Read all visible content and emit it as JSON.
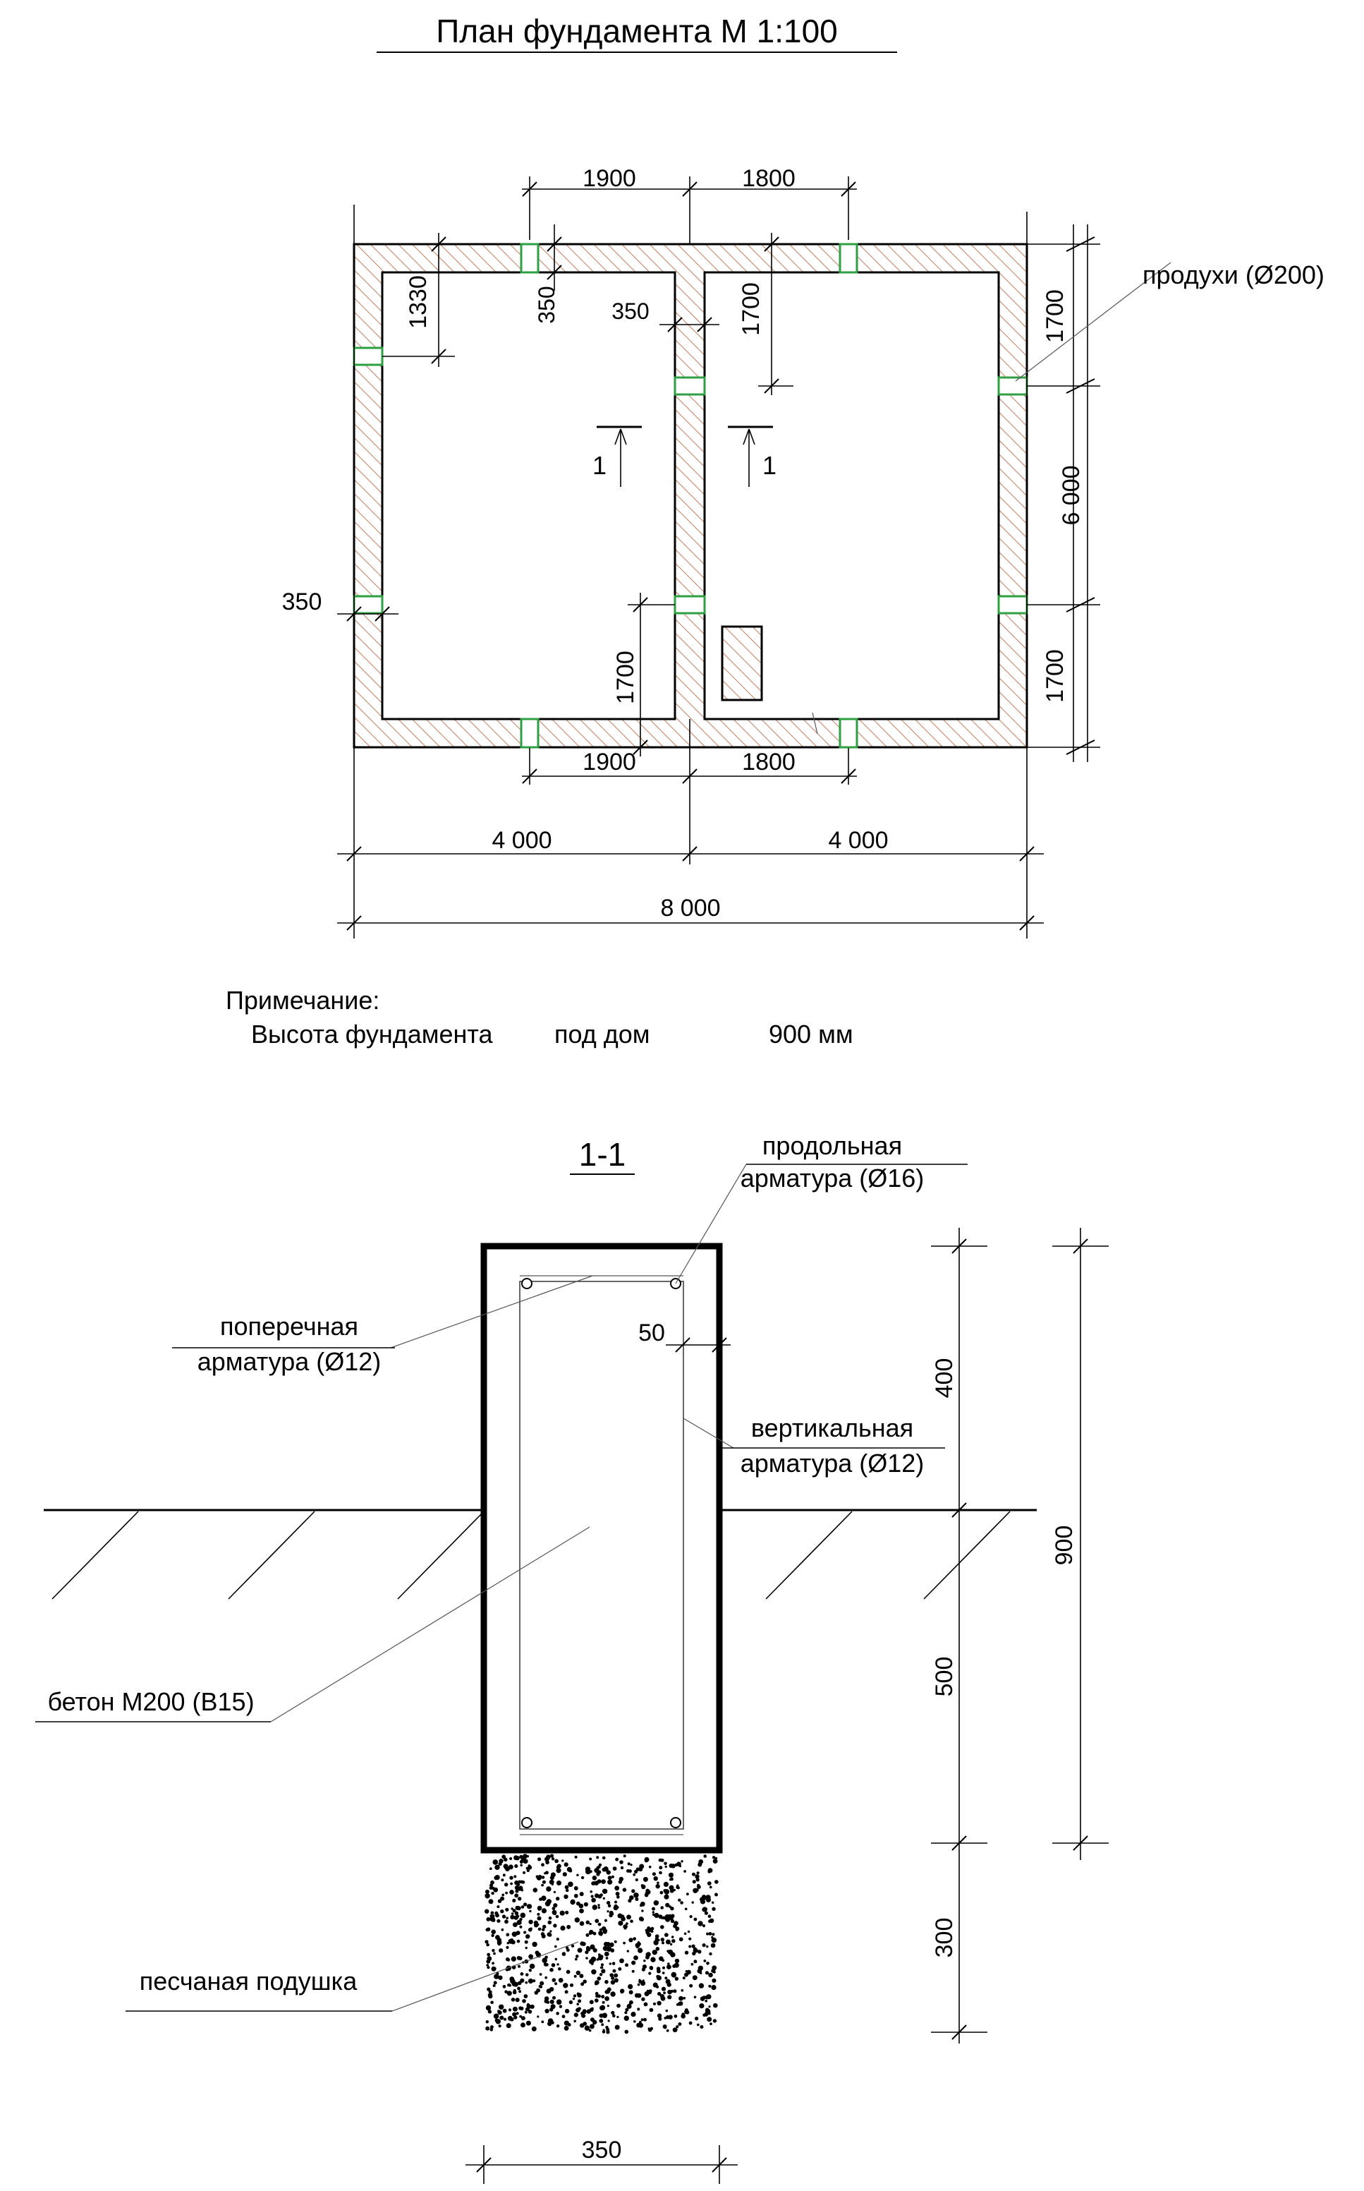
{
  "title": "План фундамента М 1:100",
  "plan": {
    "dims_top": [
      "1900",
      "1800"
    ],
    "dims_bottom": [
      "1900",
      "1800"
    ],
    "dims_4000": [
      "4 000",
      "4 000"
    ],
    "dim_total": "8 000",
    "dim_1330": "1330",
    "dim_350_a": "350",
    "dim_350_b": "350",
    "dim_1700_inner_top": "1700",
    "dim_1700_inner_bottom": "1700",
    "dim_350_left": "350",
    "section_mark_left": "1",
    "section_mark_right": "1",
    "right_dims": [
      "1700",
      "6 000",
      "1700"
    ],
    "vent_label": "продухи (Ø200)"
  },
  "note": {
    "heading": "Примечание:",
    "text": "Высота фундамента",
    "text2": "под дом",
    "value": "900 мм"
  },
  "section": {
    "title": "1-1",
    "longitudinal_label_1": "продольная",
    "longitudinal_label_2": "арматура (Ø16)",
    "transverse_label_1": "поперечная",
    "transverse_label_2": "арматура (Ø12)",
    "vertical_label_1": "вертикальная",
    "vertical_label_2": "арматура (Ø12)",
    "cover_dim": "50",
    "concrete_label": "бетон М200 (В15)",
    "sand_label": "песчаная подушка",
    "dim_400": "400",
    "dim_500": "500",
    "dim_300": "300",
    "dim_900": "900",
    "width_dim": "350"
  },
  "colors": {
    "vent": "#2ea043",
    "hatch": "#c8866b"
  }
}
